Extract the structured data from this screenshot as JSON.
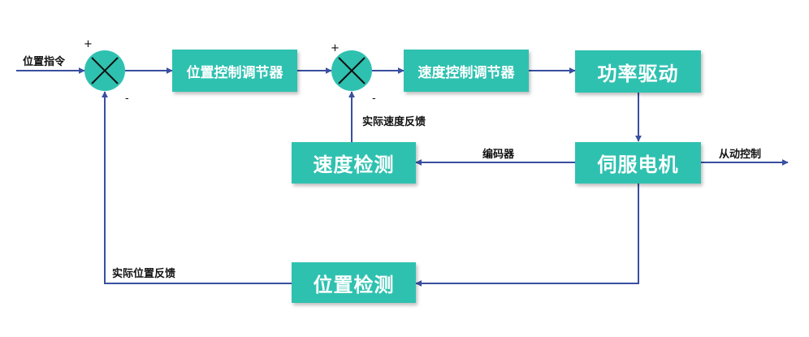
{
  "blocks": {
    "position_controller": "位置控制调节器",
    "speed_controller": "速度控制调节器",
    "power_drive": "功率驱动",
    "servo_motor": "伺服电机",
    "speed_detection": "速度检测",
    "position_detection": "位置检测"
  },
  "labels": {
    "position_command": "位置指令",
    "actual_speed_feedback": "实际速度反馈",
    "encoder": "编码器",
    "slave_control": "从动控制",
    "actual_position_feedback": "实际位置反馈"
  },
  "signs": {
    "plus": "+",
    "minus": "-"
  },
  "colors": {
    "block_fill": "#2fc1b0",
    "line": "#3a4fa0",
    "text": "#111111"
  }
}
